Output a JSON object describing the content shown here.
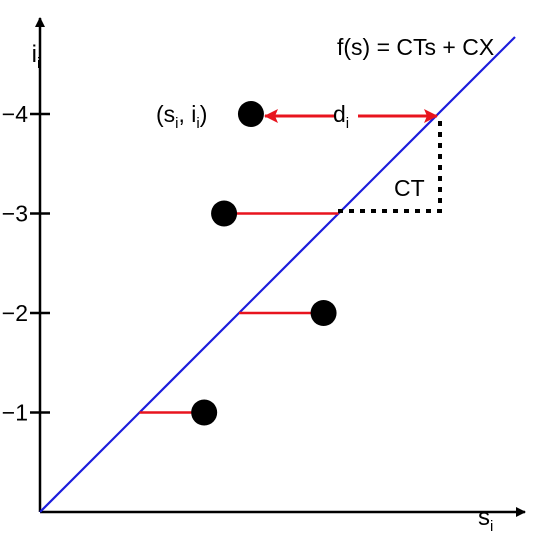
{
  "function_label": "f(s) = CTs + CX",
  "x_axis_label": {
    "base": "s",
    "sub": "i"
  },
  "y_axis_label": {
    "base": "i",
    "sub": "i"
  },
  "y_ticks": [
    {
      "value": 1,
      "label": "−1"
    },
    {
      "value": 2,
      "label": "−2"
    },
    {
      "value": 3,
      "label": "−3"
    },
    {
      "value": 4,
      "label": "−4"
    }
  ],
  "points": [
    {
      "s": 1.65,
      "i": 1
    },
    {
      "s": 2.85,
      "i": 2
    },
    {
      "s": 1.85,
      "i": 3
    },
    {
      "s": 2.12,
      "i": 4
    }
  ],
  "point_label": {
    "open": "(s",
    "sub1": "i",
    "mid": ", i",
    "sub2": "i",
    "close": ")"
  },
  "distance_label": {
    "base": "d",
    "sub": "i"
  },
  "ct_label": "CT",
  "colors": {
    "line": "#1c1cdc",
    "residual": "#e8141e",
    "axis": "#000000",
    "point": "#000000",
    "step": "#000000"
  }
}
